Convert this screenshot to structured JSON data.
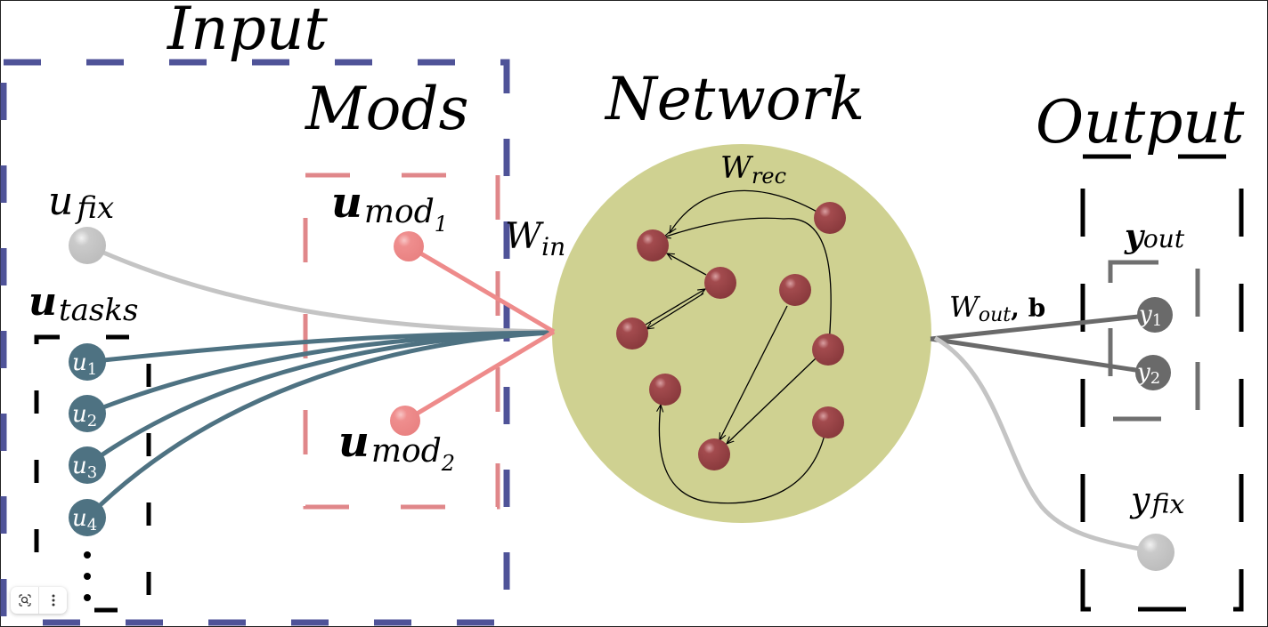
{
  "diagram": {
    "sections": {
      "input": "Input",
      "mods": "Mods",
      "network": "Network",
      "output": "Output"
    },
    "inputs": {
      "fix_label_main": "u",
      "fix_label_sub": "fix",
      "tasks_label_main": "u",
      "tasks_label_sub": "tasks",
      "task_nodes": [
        {
          "main": "u",
          "sub": "1"
        },
        {
          "main": "u",
          "sub": "2"
        },
        {
          "main": "u",
          "sub": "3"
        },
        {
          "main": "u",
          "sub": "4"
        }
      ],
      "ellipsis": "⋮"
    },
    "mods": {
      "mod1_main": "u",
      "mod1_sub": "mod",
      "mod1_index": "1",
      "mod2_main": "u",
      "mod2_sub": "mod",
      "mod2_index": "2"
    },
    "weights": {
      "win_main": "W",
      "win_sub": "in",
      "wrec_main": "W",
      "wrec_sub": "rec",
      "wout_main": "W",
      "wout_sub": "out",
      "wout_bias": ", b"
    },
    "outputs": {
      "yout_main": "y",
      "yout_sub": "out",
      "nodes": [
        {
          "main": "y",
          "sub": "1"
        },
        {
          "main": "y",
          "sub": "2"
        }
      ],
      "yfix_main": "y",
      "yfix_sub": "fix"
    },
    "colors": {
      "input_box": "#4f5398",
      "mods_box": "#e0878a",
      "mod_node": "#ee8b8b",
      "task_node": "#4e7282",
      "fix_node": "#c8c8c8",
      "network_fill": "#cfd191",
      "neuron": "#944043",
      "output_node": "#6a6a6a",
      "output_box": "#000000",
      "yout_box": "#707070"
    }
  },
  "toolbar": {
    "lens_icon": "lens-icon",
    "more_icon": "more-options-icon"
  }
}
